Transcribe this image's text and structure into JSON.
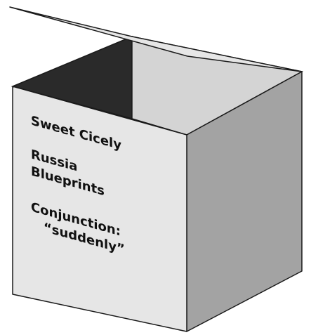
{
  "box": {
    "front_lines": [
      "Sweet Cicely",
      "Russia",
      "Blueprints",
      "Conjunction:",
      "“suddenly”"
    ]
  },
  "colors": {
    "front_face": "#e6e6e6",
    "right_face": "#a3a3a3",
    "lid": "#e6e6e6",
    "back_inner_left": "#2a2a2a",
    "back_inner_right": "#d4d4d4",
    "outline": "#1a1a1a",
    "text": "#111111"
  }
}
